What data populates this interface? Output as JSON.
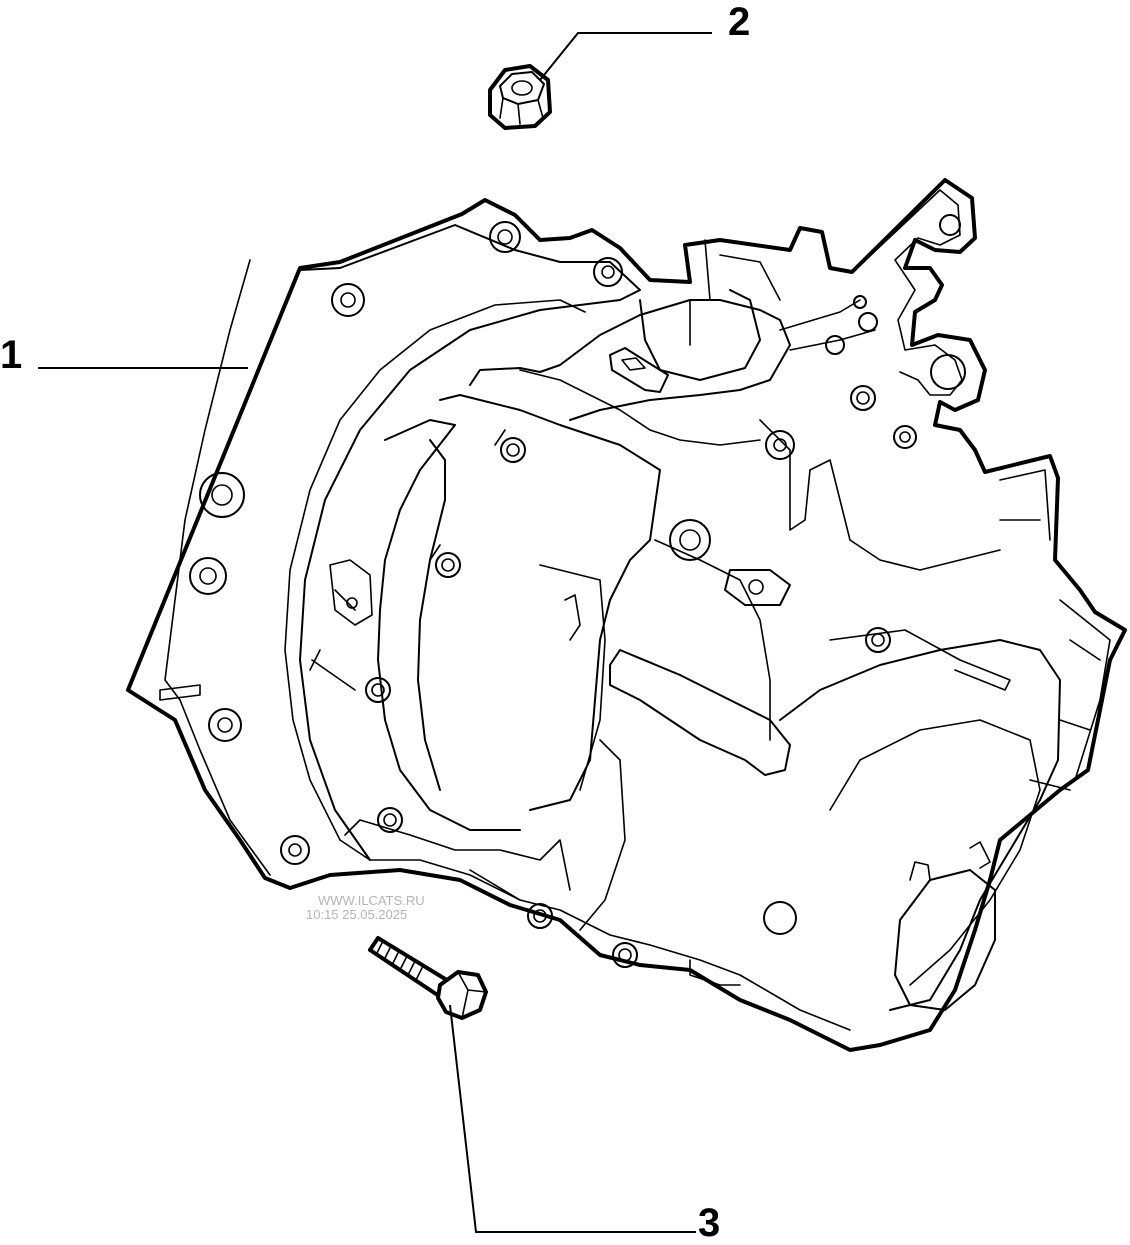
{
  "callouts": [
    {
      "id": "1",
      "label": "1"
    },
    {
      "id": "2",
      "label": "2"
    },
    {
      "id": "3",
      "label": "3"
    }
  ],
  "watermark": {
    "site": "WWW.ILCATS.RU",
    "timestamp": "10:15 25.05.2025"
  },
  "colors": {
    "line": "#000000",
    "background": "#ffffff",
    "watermark": "#b4b4b4"
  }
}
